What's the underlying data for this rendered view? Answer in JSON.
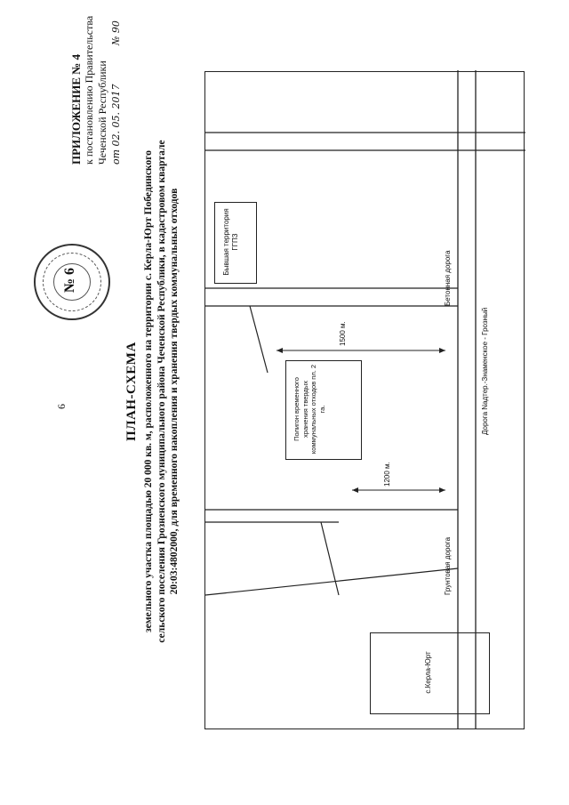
{
  "page_number": "6",
  "stamp": {
    "number": "№ 6"
  },
  "appendix": {
    "title": "ПРИЛОЖЕНИЕ № 4",
    "line1": "к постановлению Правительства",
    "line2": "Чеченской Республики",
    "date": "от 02. 05. 2017",
    "number": "№ 90"
  },
  "title": "ПЛАН-СХЕМА",
  "subtitle": {
    "line1": "земельного участка площадью 20 000 кв. м, расположенного на территории с. Керла-Юрт Побединского",
    "line2": "сельского поселения Грозненского муниципального района Чеченской Республики, в кадастровом квартале",
    "line3": "20:03:4802000, для временного накопления и хранения твердых коммунальных отходов"
  },
  "map": {
    "village": "с.Керла-Юрт",
    "former_territory": "Бывшая территория ГГПЗ",
    "polygon": "Полигон временного хранения твердых коммунальных отходов пл. 2 га.",
    "distance_left": "1200 м.",
    "distance_right": "1500 м.",
    "dirt_road": "Грунтовая дорога",
    "concrete_road": "Бетонная дорога",
    "main_road": "Дорога Naдтер.-Знаменское - Грозный"
  }
}
